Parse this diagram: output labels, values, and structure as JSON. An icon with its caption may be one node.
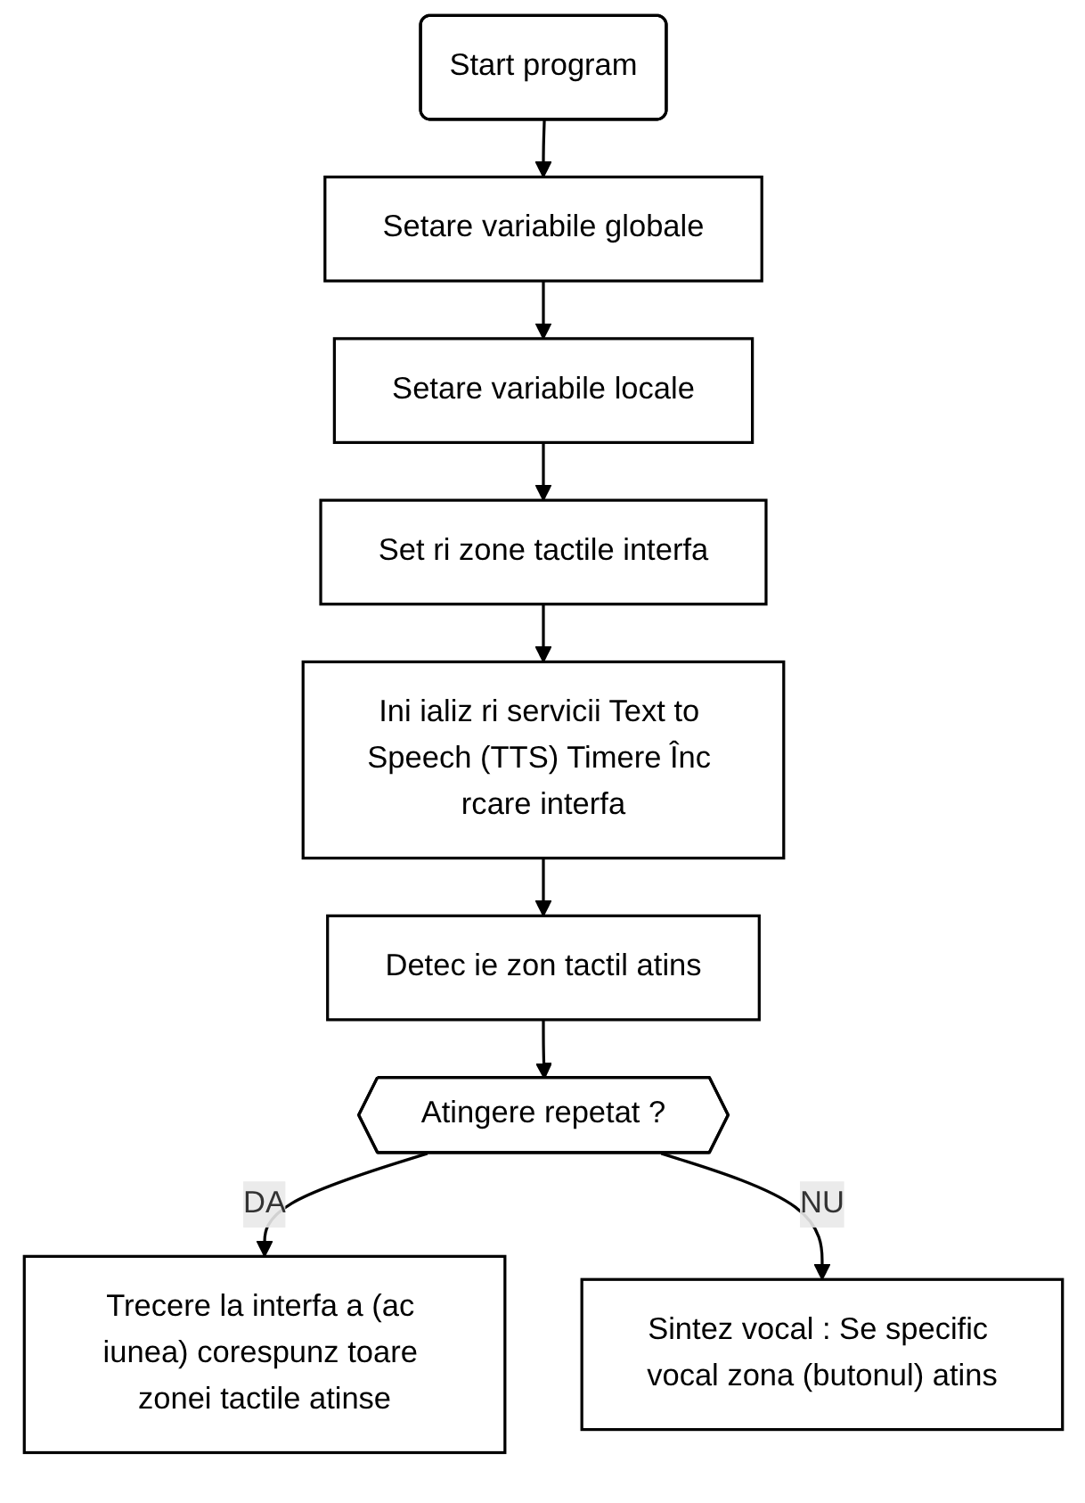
{
  "diagram": {
    "nodes": [
      {
        "text": [
          "Start program"
        ]
      },
      {
        "text": [
          "Setare variabile globale"
        ]
      },
      {
        "text": [
          "Setare variabile locale"
        ]
      },
      {
        "text": [
          "Set ri zone tactile interfa"
        ]
      },
      {
        "text": [
          "Ini ializ ri servicii Text to Speech (TTS) Timere Înc rcare interfa"
        ]
      },
      {
        "text": [
          "Detec ie zon tactil atins"
        ]
      },
      {
        "text": [
          "Atingere repetat ?"
        ]
      },
      {
        "text": [
          "Trecere la interfa a (ac iunea) corespunz toare zonei tactile atinse"
        ]
      },
      {
        "text": [
          "Sintez vocal : Se specific vocal zona (butonul) atins"
        ]
      }
    ],
    "edges": [
      {
        "from": 0,
        "to": 1,
        "arrow": "to"
      },
      {
        "from": 1,
        "to": 2,
        "arrow": "to"
      },
      {
        "from": 2,
        "to": 3,
        "arrow": "to"
      },
      {
        "from": 3,
        "to": 4,
        "arrow": "to"
      },
      {
        "from": 4,
        "to": 5,
        "arrow": "to"
      },
      {
        "from": 5,
        "to": 6,
        "arrow": "to"
      },
      {
        "from": 6,
        "to": 7,
        "arrow": "to",
        "label": "DA"
      },
      {
        "from": 6,
        "to": 8,
        "arrow": "to",
        "label": "NU"
      }
    ]
  }
}
